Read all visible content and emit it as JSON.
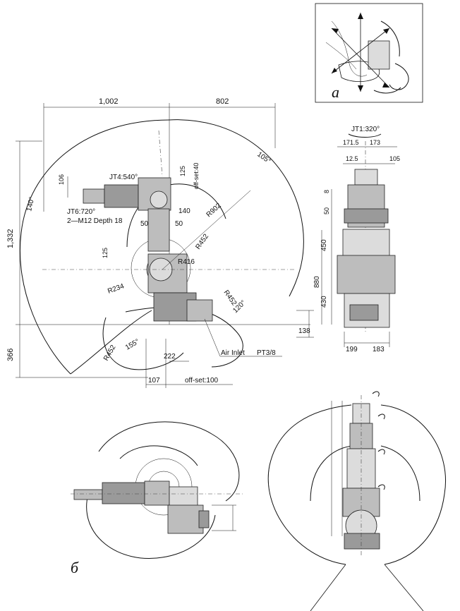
{
  "panel_a": {
    "letter": "a"
  },
  "panel_b": {
    "letter": "б"
  },
  "side_view": {
    "dim_top_left": "1,002",
    "dim_top_right": "802",
    "dim_height": "1,332",
    "dim_bottom_left": "366",
    "dim_138": "138",
    "dim_106": "106",
    "dim_125_top": "125",
    "dim_125_mid": "125",
    "dim_140": "140",
    "dim_50_left": "50",
    "dim_50_right": "50",
    "dim_222": "222",
    "dim_107": "107",
    "offset_40": "off-set:40",
    "offset_100": "off-set:100",
    "jt4": "JT4:540°",
    "jt6": "JT6:720°",
    "mount": "2—M12   Depth 18",
    "r902": "R902",
    "r452_a": "R452",
    "r452_b": "R452",
    "r452_c": "R452",
    "r416": "R416",
    "r234": "R234",
    "ang_140": "140°",
    "ang_105": "105°",
    "ang_120": "120°",
    "ang_155": "155°",
    "air_inlet": "Air Inlet",
    "pt": "PT3/8"
  },
  "front_view": {
    "jt1": "JT1:320°",
    "dim_171": "171.5",
    "dim_173": "173",
    "dim_12": "12.5",
    "dim_105": "105",
    "dim_8": "8",
    "dim_50": "50",
    "dim_450": "450",
    "dim_880": "880",
    "dim_430": "430",
    "dim_199": "199",
    "dim_183": "183"
  }
}
